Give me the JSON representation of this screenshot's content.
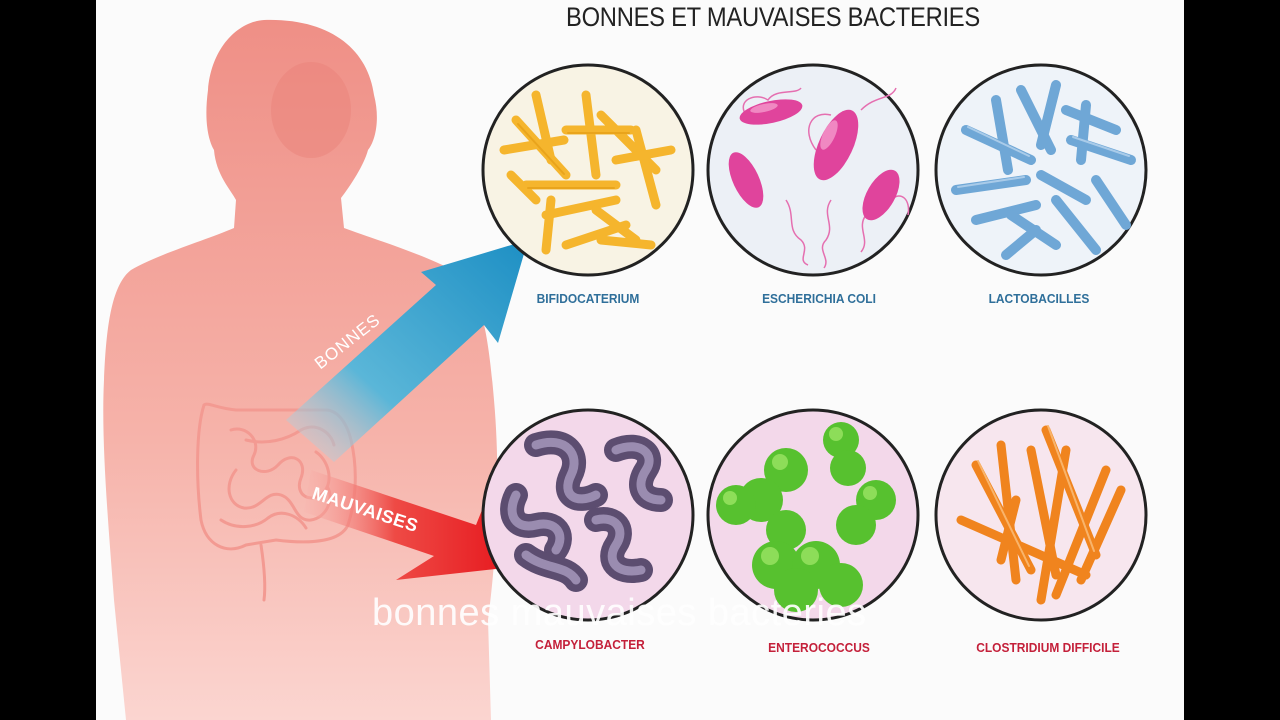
{
  "title": "BONNES ET MAUVAISES BACTERIES",
  "arrows": {
    "good": "BONNES",
    "bad": "MAUVAISES"
  },
  "bacteria": [
    {
      "name": "BIFIDOCATERIUM",
      "group": "good",
      "color": "#f5b52d"
    },
    {
      "name": "ESCHERICHIA COLI",
      "group": "good",
      "color": "#e0449c"
    },
    {
      "name": "LACTOBACILLES",
      "group": "good",
      "color": "#6fa7d6"
    },
    {
      "name": "CAMPYLOBACTER",
      "group": "bad",
      "color": "#7a6a8e"
    },
    {
      "name": "ENTEROCOCCUS",
      "group": "bad",
      "color": "#57c12f"
    },
    {
      "name": "CLOSTRIDIUM DIFFICILE",
      "group": "bad",
      "color": "#f0841e"
    }
  ],
  "overlay_text": "bonnes mauvaises bacteries",
  "colors": {
    "body": "#f0a49a",
    "arrow_good": "#2ba3d0",
    "arrow_bad": "#e8151f"
  }
}
